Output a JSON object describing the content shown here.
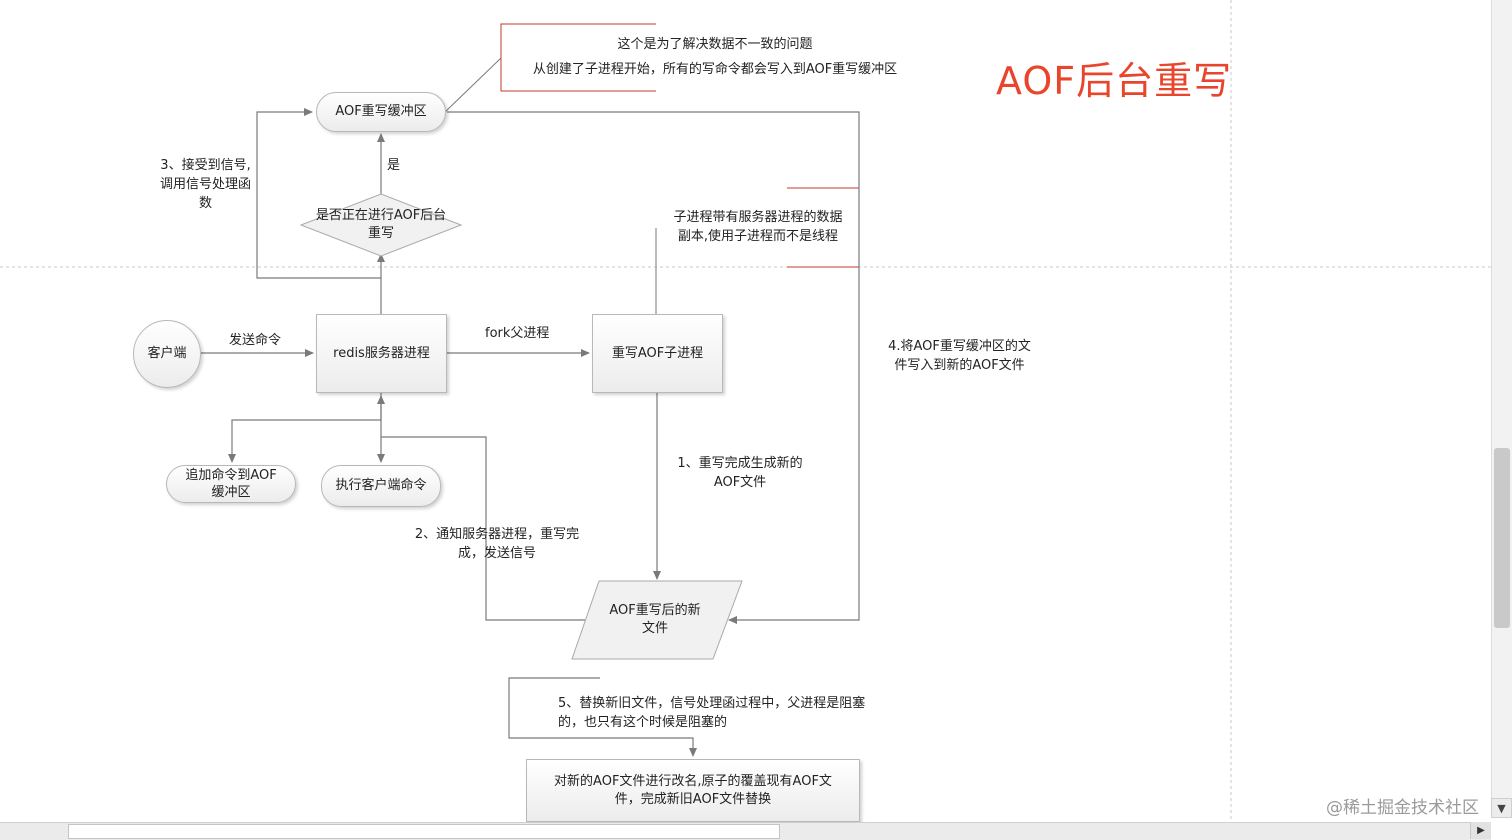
{
  "title": "AOF后台重写",
  "nodes": {
    "aof_buffer": "AOF重写缓冲区",
    "decision": [
      "是否正在进行AOF后台",
      "重写"
    ],
    "client": "客户端",
    "redis_server": "redis服务器进程",
    "child_process": "重写AOF子进程",
    "append_aof": [
      "追加命令到AOF",
      "缓冲区"
    ],
    "exec_cmd": "执行客户端命令",
    "new_file": [
      "AOF重写后的新",
      "文件"
    ],
    "rename": [
      "对新的AOF文件进行改名,原子的覆盖现有AOF文",
      "件，完成新旧AOF文件替换"
    ]
  },
  "labels": {
    "note_top": [
      "这个是为了解决数据不一致的问题",
      "从创建了子进程开始，所有的写命令都会写入到AOF重写缓冲区"
    ],
    "yes": "是",
    "step3": [
      "3、接受到信号,",
      "调用信号处理函",
      "数"
    ],
    "note_child": [
      "子进程带有服务器进程的数据",
      "副本,使用子进程而不是线程"
    ],
    "send_cmd": "发送命令",
    "fork": "fork父进程",
    "step4": [
      "4.将AOF重写缓冲区的文",
      "件写入到新的AOF文件"
    ],
    "step1": [
      "1、重写完成生成新的",
      "AOF文件"
    ],
    "step2": [
      "2、通知服务器进程，重写完",
      "成，发送信号"
    ],
    "step5": [
      "5、替换新旧文件，信号处理函过程中，父进程是阻塞",
      "的，也只有这个时候是阻塞的"
    ]
  },
  "watermark": "@稀土掘金技术社区",
  "colors": {
    "title": "#e8452c",
    "callout": "#c0392b",
    "connector": "#7a7a7a"
  }
}
